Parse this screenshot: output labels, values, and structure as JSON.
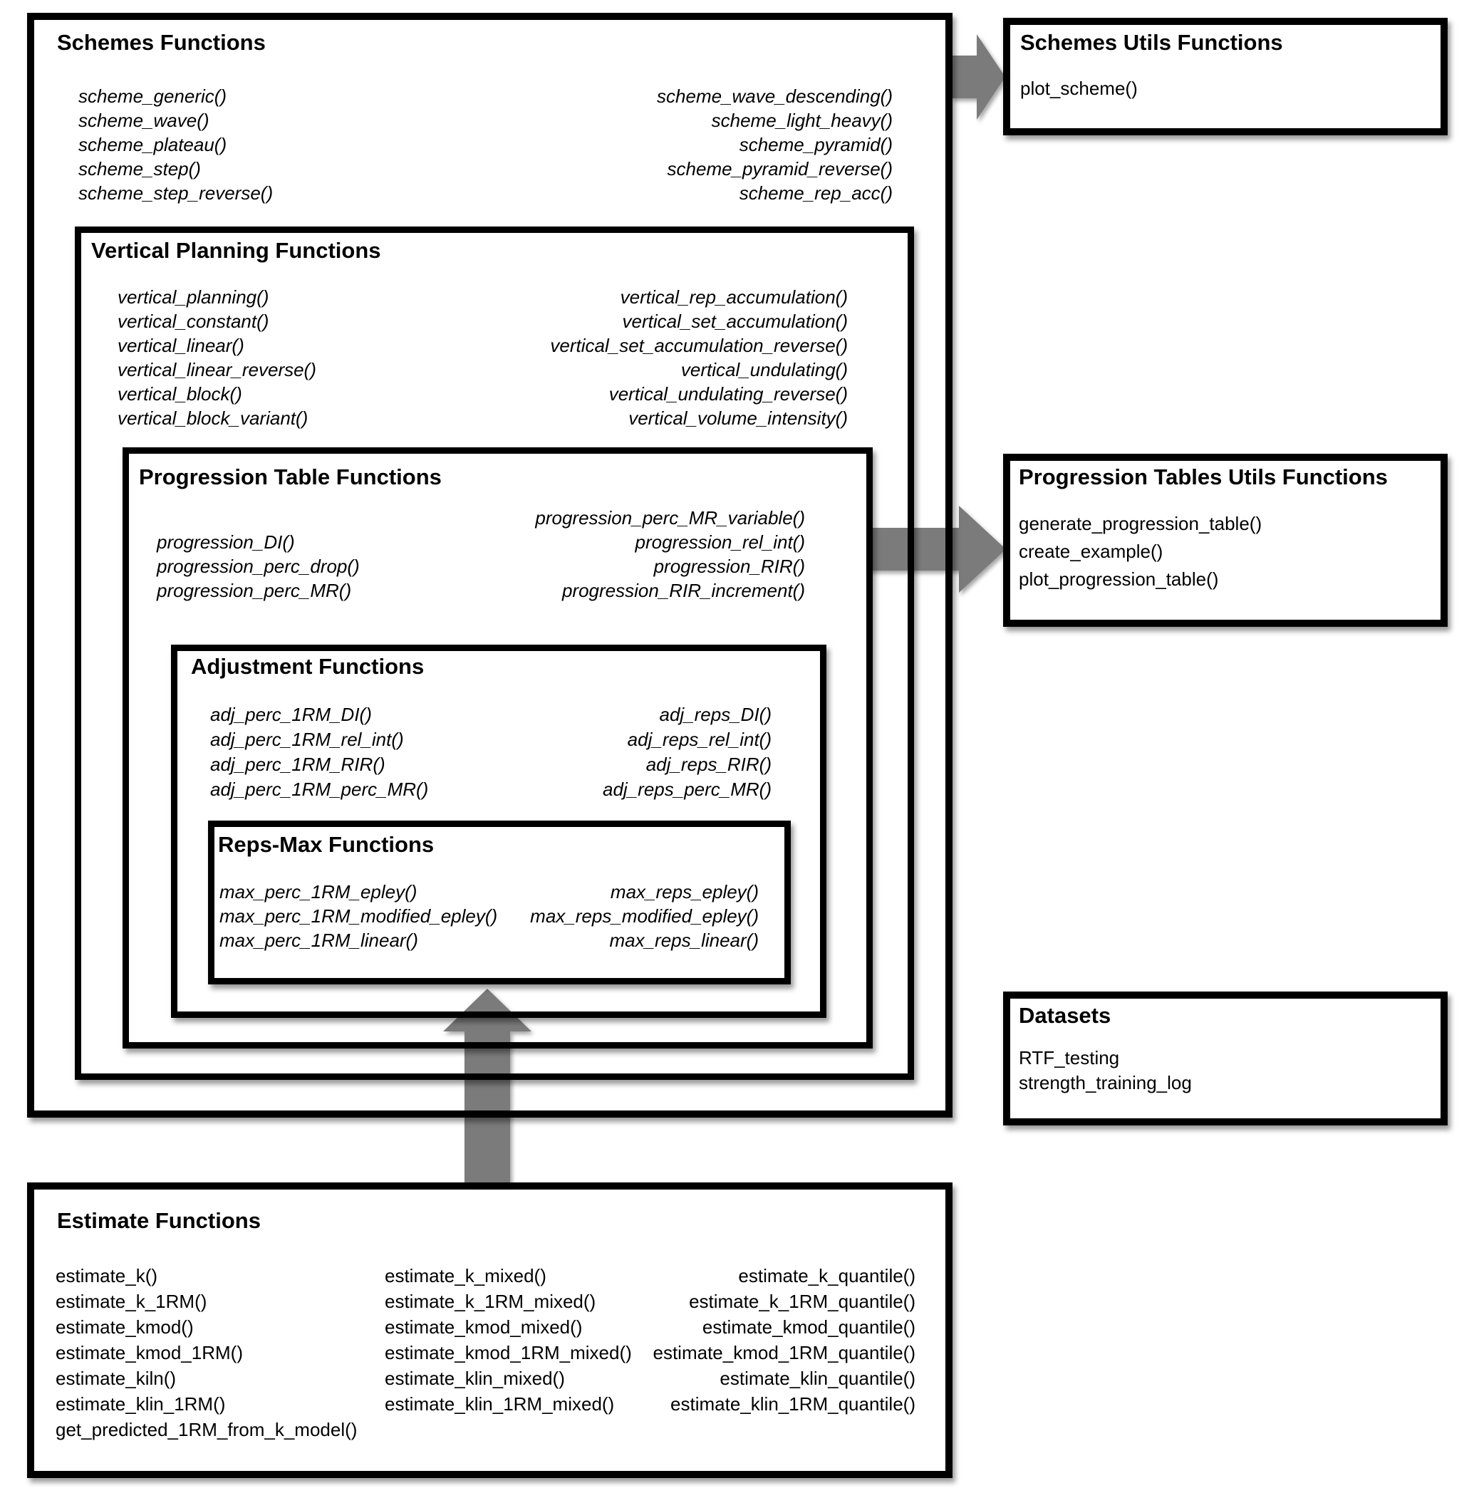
{
  "boxes": {
    "schemes": {
      "title": "Schemes Functions",
      "left_items": [
        "scheme_generic()",
        "scheme_wave()",
        "scheme_plateau()",
        "scheme_step()",
        "scheme_step_reverse()"
      ],
      "right_items": [
        "scheme_wave_descending()",
        "scheme_light_heavy()",
        "scheme_pyramid()",
        "scheme_pyramid_reverse()",
        "scheme_rep_acc()"
      ]
    },
    "vertical_planning": {
      "title": "Vertical Planning Functions",
      "left_items": [
        "vertical_planning()",
        "vertical_constant()",
        "vertical_linear()",
        "vertical_linear_reverse()",
        "vertical_block()",
        "vertical_block_variant()"
      ],
      "right_items": [
        "vertical_rep_accumulation()",
        "vertical_set_accumulation()",
        "vertical_set_accumulation_reverse()",
        "vertical_undulating()",
        "vertical_undulating_reverse()",
        "vertical_volume_intensity()"
      ]
    },
    "progression_table": {
      "title": "Progression Table Functions",
      "left_items": [
        "progression_DI()",
        "progression_perc_drop()",
        "progression_perc_MR()"
      ],
      "right_items": [
        "progression_perc_MR_variable()",
        "progression_rel_int()",
        "progression_RIR()",
        "progression_RIR_increment()"
      ]
    },
    "adjustment": {
      "title": "Adjustment Functions",
      "left_items": [
        "adj_perc_1RM_DI()",
        "adj_perc_1RM_rel_int()",
        "adj_perc_1RM_RIR()",
        "adj_perc_1RM_perc_MR()"
      ],
      "right_items": [
        "adj_reps_DI()",
        "adj_reps_rel_int()",
        "adj_reps_RIR()",
        "adj_reps_perc_MR()"
      ]
    },
    "reps_max": {
      "title": "Reps-Max Functions",
      "left_items": [
        "max_perc_1RM_epley()",
        "max_perc_1RM_modified_epley()",
        "max_perc_1RM_linear()"
      ],
      "right_items": [
        "max_reps_epley()",
        "max_reps_modified_epley()",
        "max_reps_linear()"
      ]
    },
    "schemes_utils": {
      "title": "Schemes Utils Functions",
      "items": [
        "plot_scheme()"
      ]
    },
    "progression_tables_utils": {
      "title": "Progression Tables Utils Functions",
      "items": [
        "generate_progression_table()",
        "create_example()",
        "plot_progression_table()"
      ]
    },
    "datasets": {
      "title": "Datasets",
      "items": [
        "RTF_testing",
        "strength_training_log"
      ]
    },
    "estimate": {
      "title": "Estimate Functions",
      "col1": [
        "estimate_k()",
        "estimate_k_1RM()",
        "estimate_kmod()",
        "estimate_kmod_1RM()",
        "estimate_kiln()",
        "estimate_klin_1RM()",
        "get_predicted_1RM_from_k_model()"
      ],
      "col2": [
        "estimate_k_mixed()",
        "estimate_k_1RM_mixed()",
        "estimate_kmod_mixed()",
        "estimate_kmod_1RM_mixed()",
        "estimate_klin_mixed()",
        "estimate_klin_1RM_mixed()"
      ],
      "col3": [
        "estimate_k_quantile()",
        "estimate_k_1RM_quantile()",
        "estimate_kmod_quantile()",
        "estimate_kmod_1RM_quantile()",
        "estimate_klin_quantile()",
        "estimate_klin_1RM_quantile()"
      ]
    }
  },
  "colors": {
    "box_border": "#000000",
    "arrow": "#7b7b7b",
    "background": "#ffffff",
    "text": "#000000"
  }
}
